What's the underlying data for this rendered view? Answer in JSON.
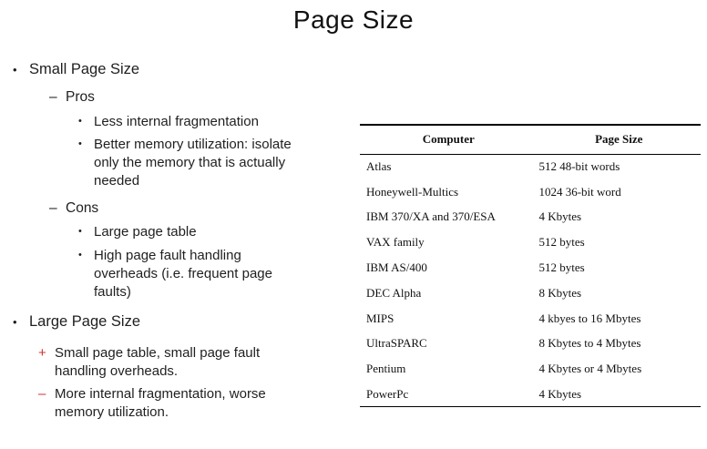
{
  "slide": {
    "title": "Page Size"
  },
  "markers": {
    "dot": "•",
    "dash": "–",
    "sub_dot": "•",
    "plus": "+",
    "minus": "–"
  },
  "colors": {
    "plus_minus_accent": "#cc3333",
    "text": "#1f1f1f",
    "table_border": "#000000"
  },
  "outline": {
    "small": {
      "label": "Small Page Size",
      "pros_label": "Pros",
      "pros": [
        "Less internal fragmentation",
        "Better memory utilization: isolate only the memory that is actually needed"
      ],
      "cons_label": "Cons",
      "cons": [
        "Large page table",
        "High page fault handling overheads (i.e. frequent page faults)"
      ]
    },
    "large": {
      "label": "Large Page Size",
      "plus": "Small page table, small page fault handling overheads.",
      "minus": "More internal fragmentation, worse memory utilization."
    }
  },
  "table": {
    "headers": [
      "Computer",
      "Page Size"
    ],
    "rows": [
      {
        "computer": "Atlas",
        "page_size": "512 48-bit words"
      },
      {
        "computer": "Honeywell-Multics",
        "page_size": "1024 36-bit word"
      },
      {
        "computer": "IBM 370/XA and 370/ESA",
        "page_size": "4 Kbytes"
      },
      {
        "computer": "VAX family",
        "page_size": "512 bytes"
      },
      {
        "computer": "IBM AS/400",
        "page_size": "512 bytes"
      },
      {
        "computer": "DEC Alpha",
        "page_size": "8 Kbytes"
      },
      {
        "computer": "MIPS",
        "page_size": "4 kbyes to 16 Mbytes"
      },
      {
        "computer": "UltraSPARC",
        "page_size": "8 Kbytes to 4 Mbytes"
      },
      {
        "computer": "Pentium",
        "page_size": "4 Kbytes or 4 Mbytes"
      },
      {
        "computer": "PowerPc",
        "page_size": "4 Kbytes"
      }
    ]
  }
}
